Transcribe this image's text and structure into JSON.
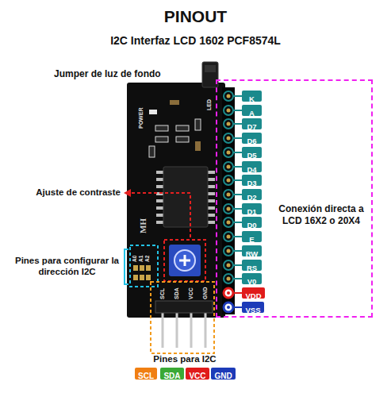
{
  "diagram": {
    "title": "PINOUT",
    "nodes": [
      {
        "text": [
          "Conexión directa a LCD 16X2 o 20X4"
        ]
      },
      {
        "text": [
          "K"
        ],
        "in": 0
      },
      {
        "text": [
          "A"
        ],
        "in": 0
      },
      {
        "text": [
          "D7"
        ],
        "in": 0
      },
      {
        "text": [
          "D6"
        ],
        "in": 0
      },
      {
        "text": [
          "D5"
        ],
        "in": 0
      },
      {
        "text": [
          "D4"
        ],
        "in": 0
      },
      {
        "text": [
          "D3"
        ],
        "in": 0
      },
      {
        "text": [
          "D2"
        ],
        "in": 0
      },
      {
        "text": [
          "D1"
        ],
        "in": 0
      },
      {
        "text": [
          "D0"
        ],
        "in": 0
      },
      {
        "text": [
          "E"
        ],
        "in": 0
      },
      {
        "text": [
          "RW"
        ],
        "in": 0
      },
      {
        "text": [
          "RS"
        ],
        "in": 0
      },
      {
        "text": [
          "V0"
        ],
        "in": 0
      },
      {
        "text": [
          "VDD"
        ],
        "in": 0
      },
      {
        "text": [
          "VSS"
        ],
        "in": 0
      },
      {
        "text": [
          "SCL"
        ]
      },
      {
        "text": [
          "SDA"
        ]
      },
      {
        "text": [
          "VCC"
        ]
      },
      {
        "text": [
          "GND"
        ]
      }
    ],
    "labels": [
      "I2C Interfaz LCD 1602 PCF8574L",
      "Jumper de luz de fondo",
      "Ajuste de contraste",
      "Pines para configurar la dirección I2C",
      "Pines para I2C",
      "LED",
      "POWER",
      "MH",
      "A0",
      "A1",
      "A2",
      "SCL",
      "SDA",
      "VCC",
      "GND"
    ]
  }
}
